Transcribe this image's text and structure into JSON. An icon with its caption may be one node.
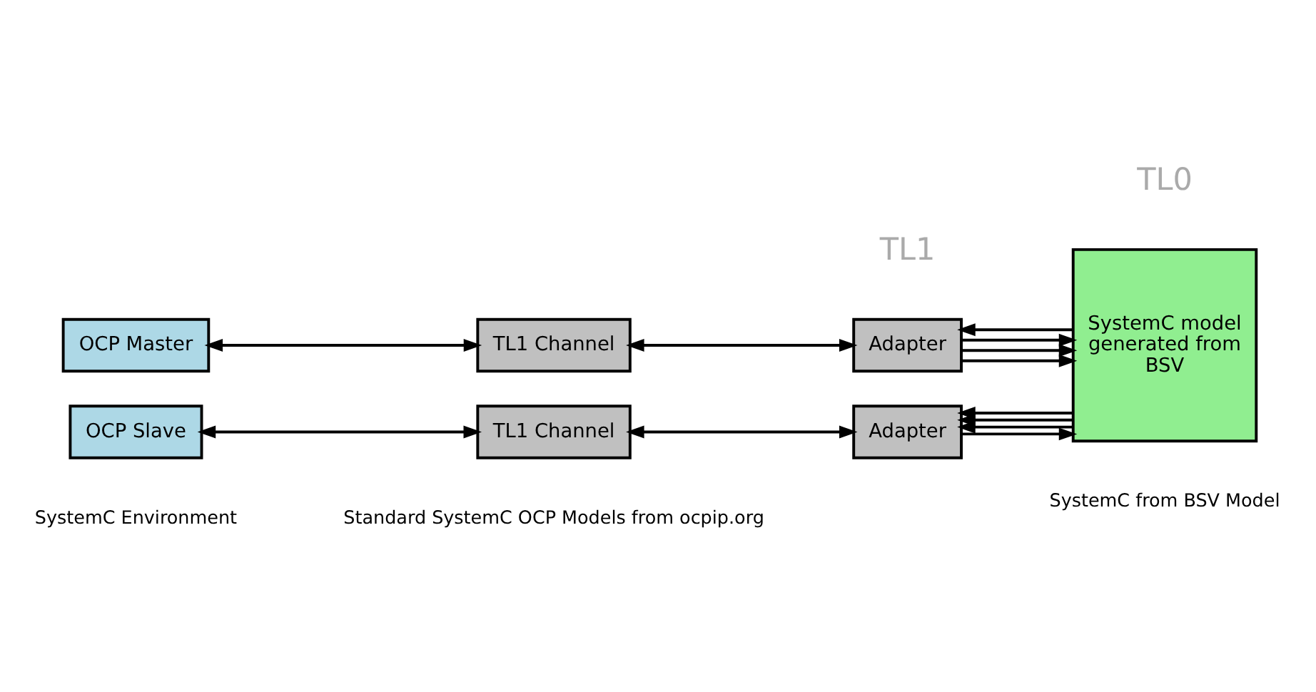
{
  "diagram": {
    "nodes": [
      {
        "text": [
          "OCP Master"
        ]
      },
      {
        "text": [
          "TL1 Channel"
        ]
      },
      {
        "text": [
          "Adapter"
        ]
      },
      {
        "text": [
          "OCP Slave"
        ]
      },
      {
        "text": [
          "TL1 Channel"
        ]
      },
      {
        "text": [
          "Adapter"
        ]
      },
      {
        "text": [
          "SystemC model generated from BSV"
        ]
      }
    ],
    "edges": [
      {
        "from": 0,
        "to": 1,
        "arrow": "both"
      },
      {
        "from": 1,
        "to": 2,
        "arrow": "both"
      },
      {
        "from": 6,
        "to": 2,
        "arrow": "to"
      },
      {
        "from": 2,
        "to": 6,
        "arrow": "to"
      },
      {
        "from": 2,
        "to": 6,
        "arrow": "to"
      },
      {
        "from": 2,
        "to": 6,
        "arrow": "to"
      },
      {
        "from": 3,
        "to": 4,
        "arrow": "both"
      },
      {
        "from": 4,
        "to": 5,
        "arrow": "both"
      },
      {
        "from": 5,
        "to": 6,
        "arrow": "to"
      },
      {
        "from": 6,
        "to": 5,
        "arrow": "to"
      },
      {
        "from": 6,
        "to": 5,
        "arrow": "to"
      },
      {
        "from": 6,
        "to": 5,
        "arrow": "to"
      }
    ],
    "labels": [
      "TL1",
      "TL0",
      "SystemC Environment",
      "Standard SystemC OCP Models from ocpip.org",
      "SystemC from BSV Model"
    ]
  }
}
